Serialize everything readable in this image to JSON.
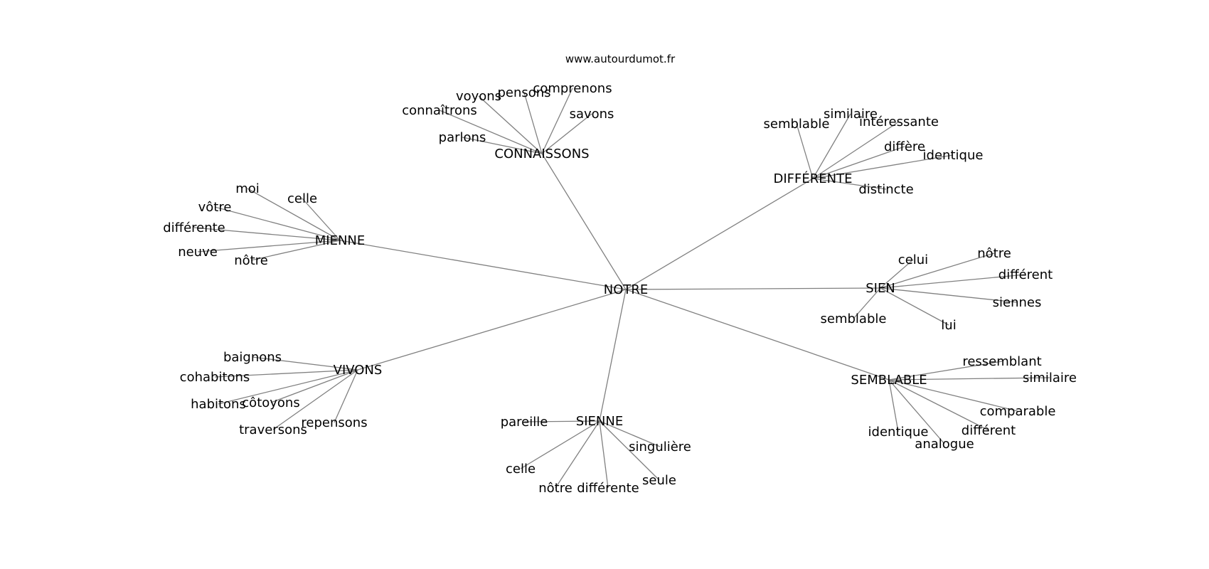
{
  "watermark": "www.autourdumot.fr",
  "colors": {
    "edge": "#808080",
    "text": "#000000",
    "background": "#ffffff"
  },
  "root": "NOTRE",
  "hubs": [
    {
      "id": "connaissons",
      "label": "CONNAISSONS",
      "leaves": [
        "connaîtrons",
        "voyons",
        "pensons",
        "comprenons",
        "savons",
        "parlons"
      ]
    },
    {
      "id": "differente",
      "label": "DIFFÉRENTE",
      "leaves": [
        "semblable",
        "similaire",
        "intéressante",
        "diffère",
        "identique",
        "distincte"
      ]
    },
    {
      "id": "mienne",
      "label": "MIENNE",
      "leaves": [
        "moi",
        "celle",
        "vôtre",
        "différente",
        "neuve",
        "nôtre"
      ]
    },
    {
      "id": "sien",
      "label": "SIEN",
      "leaves": [
        "celui",
        "nôtre",
        "différent",
        "siennes",
        "lui",
        "semblable"
      ]
    },
    {
      "id": "vivons",
      "label": "VIVONS",
      "leaves": [
        "baignons",
        "cohabitons",
        "habitons",
        "côtoyons",
        "traversons",
        "repensons"
      ]
    },
    {
      "id": "sienne",
      "label": "SIENNE",
      "leaves": [
        "pareille",
        "singulière",
        "celle",
        "nôtre",
        "différente",
        "seule"
      ]
    },
    {
      "id": "semblable",
      "label": "SEMBLABLE",
      "leaves": [
        "ressemblant",
        "similaire",
        "comparable",
        "différent",
        "analogue",
        "identique"
      ]
    }
  ]
}
